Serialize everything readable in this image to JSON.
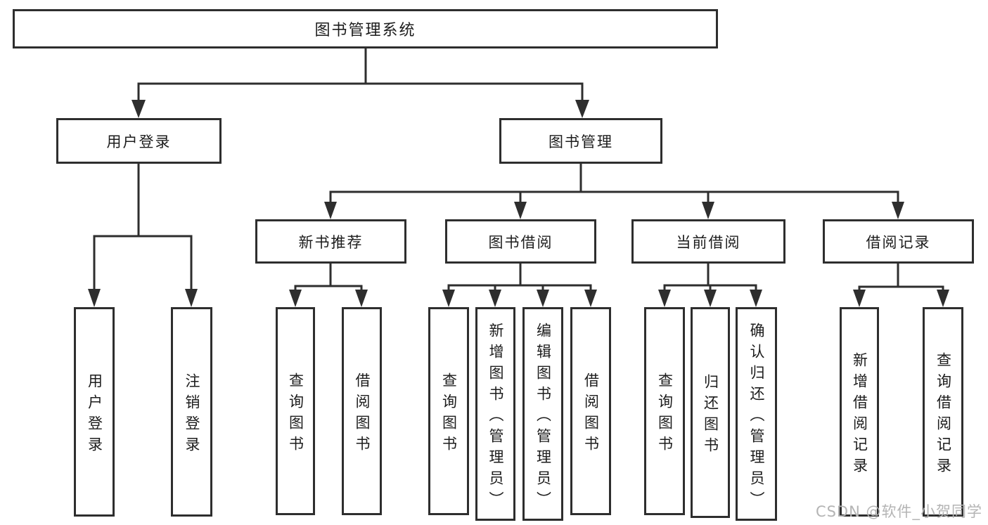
{
  "diagram": {
    "type": "tree",
    "root": {
      "id": "root",
      "label": "图书管理系统",
      "children": [
        {
          "id": "user-login",
          "label": "用户登录",
          "children": [
            {
              "id": "login",
              "label": "用户登录"
            },
            {
              "id": "logout",
              "label": "注销登录"
            }
          ]
        },
        {
          "id": "book-mgmt",
          "label": "图书管理",
          "children": [
            {
              "id": "new-book-rec",
              "label": "新书推荐",
              "children": [
                {
                  "id": "nb-query",
                  "label": "查询图书"
                },
                {
                  "id": "nb-borrow",
                  "label": "借阅图书"
                }
              ]
            },
            {
              "id": "book-borrow",
              "label": "图书借阅",
              "children": [
                {
                  "id": "bb-query",
                  "label": "查询图书"
                },
                {
                  "id": "bb-add",
                  "label": "新增图书（管理员）"
                },
                {
                  "id": "bb-edit",
                  "label": "编辑图书（管理员）"
                },
                {
                  "id": "bb-borrow",
                  "label": "借阅图书"
                }
              ]
            },
            {
              "id": "current-borrow",
              "label": "当前借阅",
              "children": [
                {
                  "id": "cb-query",
                  "label": "查询图书"
                },
                {
                  "id": "cb-return",
                  "label": "归还图书"
                },
                {
                  "id": "cb-confirm",
                  "label": "确认归还（管理员）"
                }
              ]
            },
            {
              "id": "borrow-record",
              "label": "借阅记录",
              "children": [
                {
                  "id": "br-add",
                  "label": "新增借阅记录"
                },
                {
                  "id": "br-query",
                  "label": "查询借阅记录"
                }
              ]
            }
          ]
        }
      ]
    }
  },
  "watermark": {
    "text": "CSDN @软件_小贺同学"
  },
  "colors": {
    "line": "#2e2e2e",
    "text": "#1c1c1c",
    "box_background": "#ffffff",
    "watermark": "#b4b4b4",
    "page_background": "#ffffff"
  }
}
